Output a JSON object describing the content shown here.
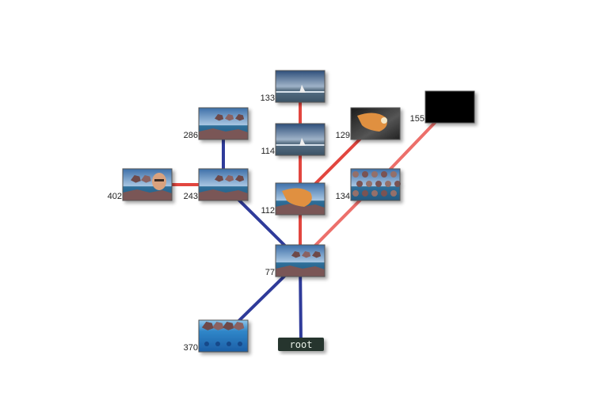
{
  "diagram": {
    "root_label": "root",
    "colors": {
      "blue_edge": "#2f3b9a",
      "red_edge": "#e2463f",
      "light_red_edge": "#ec6f6a",
      "root_fill": "#25352d"
    },
    "nodes": [
      {
        "id": "77",
        "label": "77",
        "kind": "rocks-sea"
      },
      {
        "id": "370",
        "label": "370",
        "kind": "water-rocks"
      },
      {
        "id": "243",
        "label": "243",
        "kind": "rocks-sea"
      },
      {
        "id": "286",
        "label": "286",
        "kind": "rocks-sea"
      },
      {
        "id": "402",
        "label": "402",
        "kind": "rocks-face"
      },
      {
        "id": "112",
        "label": "112",
        "kind": "hand-rocks"
      },
      {
        "id": "114",
        "label": "114",
        "kind": "sea-sky"
      },
      {
        "id": "133",
        "label": "133",
        "kind": "sea-sky"
      },
      {
        "id": "129",
        "label": "129",
        "kind": "hand-dark"
      },
      {
        "id": "134",
        "label": "134",
        "kind": "many-rocks"
      },
      {
        "id": "155",
        "label": "155",
        "kind": "black"
      }
    ],
    "edges": [
      {
        "from": "root",
        "to": "77",
        "color": "blue"
      },
      {
        "from": "77",
        "to": "370",
        "color": "blue"
      },
      {
        "from": "77",
        "to": "243",
        "color": "blue"
      },
      {
        "from": "243",
        "to": "286",
        "color": "blue"
      },
      {
        "from": "243",
        "to": "402",
        "color": "red"
      },
      {
        "from": "77",
        "to": "112",
        "color": "red"
      },
      {
        "from": "112",
        "to": "114",
        "color": "red"
      },
      {
        "from": "114",
        "to": "133",
        "color": "red"
      },
      {
        "from": "112",
        "to": "129",
        "color": "red"
      },
      {
        "from": "77",
        "to": "134",
        "color": "light_red"
      },
      {
        "from": "134",
        "to": "155",
        "color": "light_red"
      }
    ]
  }
}
